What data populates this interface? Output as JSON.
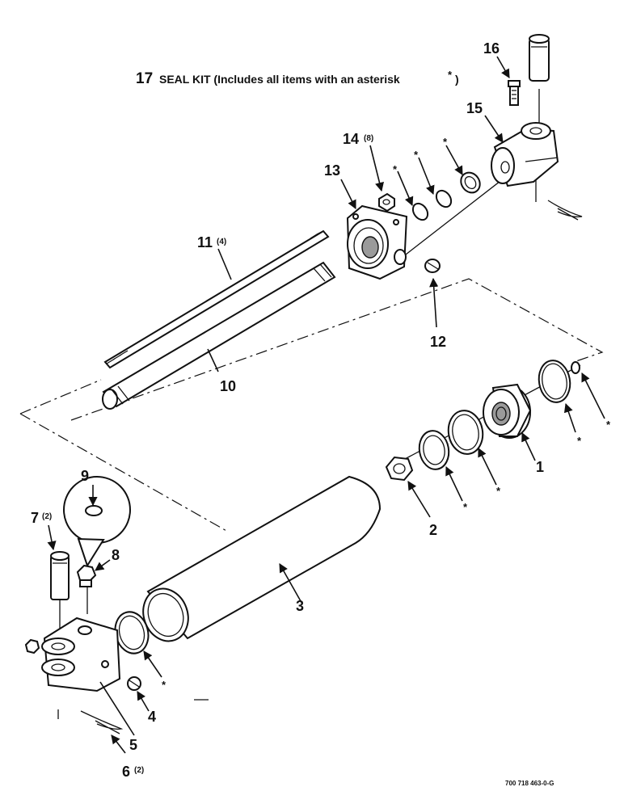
{
  "title": {
    "number": "17",
    "text": "SEAL KIT (Includes all items with an asterisk",
    "asterisk": "*",
    "close": ")"
  },
  "callouts": {
    "c1": "1",
    "c2": "2",
    "c3": "3",
    "c4": "4",
    "c5": "5",
    "c6": "6",
    "c6_qty": "(2)",
    "c7": "7",
    "c7_qty": "(2)",
    "c8": "8",
    "c9": "9",
    "c10": "10",
    "c11": "11",
    "c11_qty": "(4)",
    "c12": "12",
    "c13": "13",
    "c14": "14",
    "c14_qty": "(8)",
    "c15": "15",
    "c16": "16"
  },
  "asterisk_mark": "*",
  "drawing_number": "700 718 463-0-G"
}
